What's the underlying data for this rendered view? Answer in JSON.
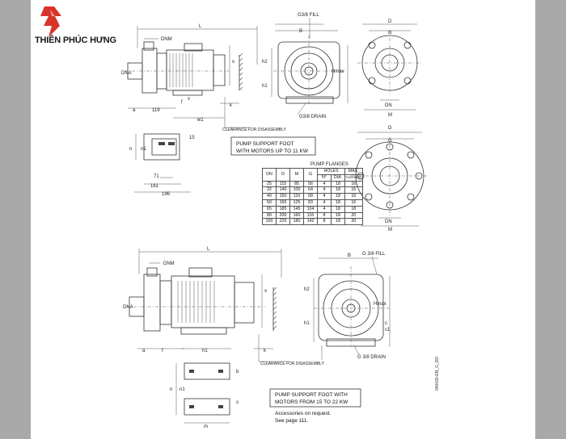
{
  "brand": {
    "name": "THIÊN PHÚC HƯNG",
    "accent": "#d9342b"
  },
  "labels": {
    "l": "L",
    "dnm": "DNM",
    "dna": "DNA",
    "a": "a",
    "f": "f",
    "w119": "119",
    "w1": "w1",
    "k": "k",
    "x": "x",
    "v": "v",
    "clearance": "CLEARANCE FOR DISASSEMBLY",
    "fill": "G3/8 FILL",
    "drain": "G3/8 DRAIN",
    "b": "B",
    "h1": "h1",
    "h2": "h2",
    "hmax": "Hmax",
    "d": "D",
    "g": "G",
    "dn": "DN",
    "m": "M",
    "n": "n",
    "n1": "n1",
    "d15": "15",
    "d71": "71",
    "d161": "161",
    "d196": "196",
    "c": "c",
    "c1": "c1",
    "fill2": "G 3/8 FILL",
    "drain2": "G 3/8 DRAIN",
    "s": "s",
    "n2": "n",
    "m2": "m",
    "b2": "b"
  },
  "support_foot_small": {
    "line1": "PUMP SUPPORT FOOT",
    "line2": "WITH MOTORS UP TO 11 KW"
  },
  "support_foot_large": {
    "line1": "PUMP SUPPORT FOOT WITH",
    "line2": "MOTORS FROM 15 TO 22 KW"
  },
  "accessories": {
    "line1": "Accessories on request.",
    "line2": "See page 111."
  },
  "table": {
    "title": "PUMP FLANGES",
    "holes": "HOLES",
    "max": "MAX.",
    "columns": [
      "DN",
      "D",
      "M",
      "G",
      "N°",
      "DIA.",
      "THICKNESS"
    ],
    "rows": [
      [
        "25",
        "115",
        "85",
        "56",
        "4",
        "18",
        "16"
      ],
      [
        "32",
        "140",
        "100",
        "64",
        "4",
        "18",
        "16"
      ],
      [
        "40",
        "150",
        "110",
        "68",
        "4",
        "18",
        "16"
      ],
      [
        "50",
        "165",
        "125",
        "83",
        "4",
        "18",
        "16"
      ],
      [
        "65",
        "185",
        "145",
        "104",
        "4",
        "18",
        "18"
      ],
      [
        "80",
        "200",
        "160",
        "116",
        "8",
        "18",
        "20"
      ],
      [
        "100",
        "225",
        "180",
        "142",
        "8",
        "18",
        "20"
      ]
    ]
  },
  "drawing_code": "040030-EN_G_DD"
}
